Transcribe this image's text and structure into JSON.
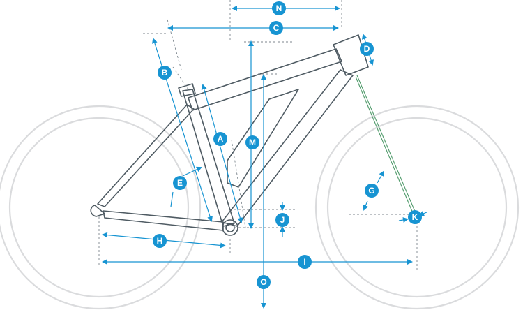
{
  "diagram": {
    "labels": [
      "N",
      "C",
      "D",
      "B",
      "A",
      "M",
      "E",
      "G",
      "J",
      "K",
      "H",
      "I",
      "O"
    ]
  },
  "colors": {
    "accent": "#1794d2",
    "frame": "#4f5b63",
    "wheel": "#dadbdd",
    "fork": "#4f9a6a"
  }
}
